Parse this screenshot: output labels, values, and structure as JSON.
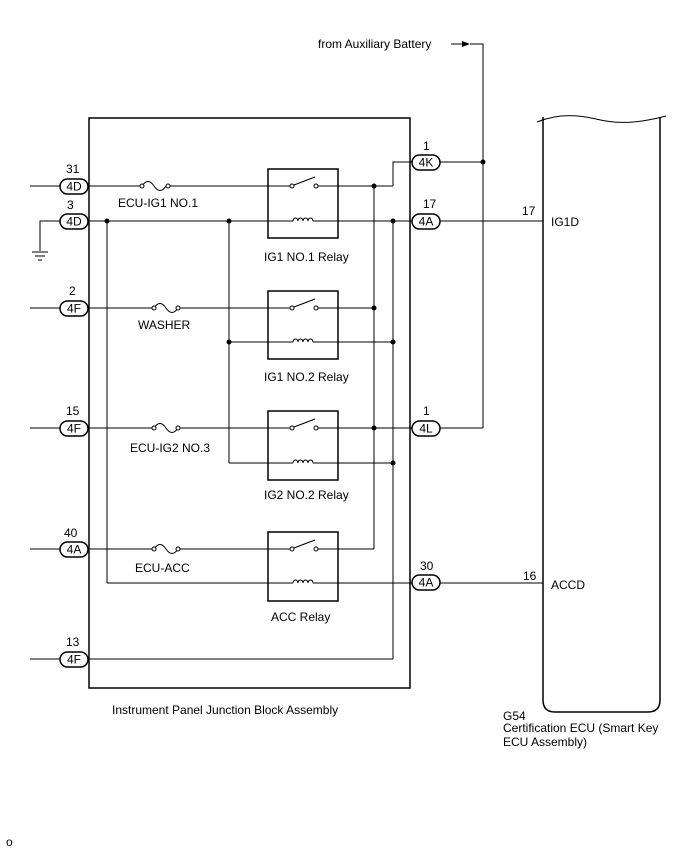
{
  "external": {
    "aux_battery_label": "from Auxiliary Battery"
  },
  "junction_block": {
    "label": "Instrument Panel Junction Block Assembly",
    "left_connectors": [
      {
        "pin": "31",
        "connector": "4D"
      },
      {
        "pin": "3",
        "connector": "4D"
      },
      {
        "pin": "2",
        "connector": "4F"
      },
      {
        "pin": "15",
        "connector": "4F"
      },
      {
        "pin": "40",
        "connector": "4A"
      },
      {
        "pin": "13",
        "connector": "4F"
      }
    ],
    "right_connectors": [
      {
        "pin": "1",
        "connector": "4K"
      },
      {
        "pin": "17",
        "connector": "4A"
      },
      {
        "pin": "1",
        "connector": "4L"
      },
      {
        "pin": "30",
        "connector": "4A"
      }
    ],
    "fuses": [
      "ECU-IG1 NO.1",
      "WASHER",
      "ECU-IG2 NO.3",
      "ECU-ACC"
    ],
    "relays": [
      "IG1 NO.1 Relay",
      "IG1 NO.2 Relay",
      "IG2 NO.2 Relay",
      "ACC Relay"
    ]
  },
  "ecu": {
    "code": "G54",
    "name": "Certification ECU (Smart Key ECU Assembly)",
    "name_line1": "Certification ECU (Smart Key",
    "name_line2": "ECU Assembly)",
    "terminals": [
      {
        "pin": "17",
        "name": "IG1D"
      },
      {
        "pin": "16",
        "name": "ACCD"
      }
    ]
  },
  "footer_mark": "o"
}
